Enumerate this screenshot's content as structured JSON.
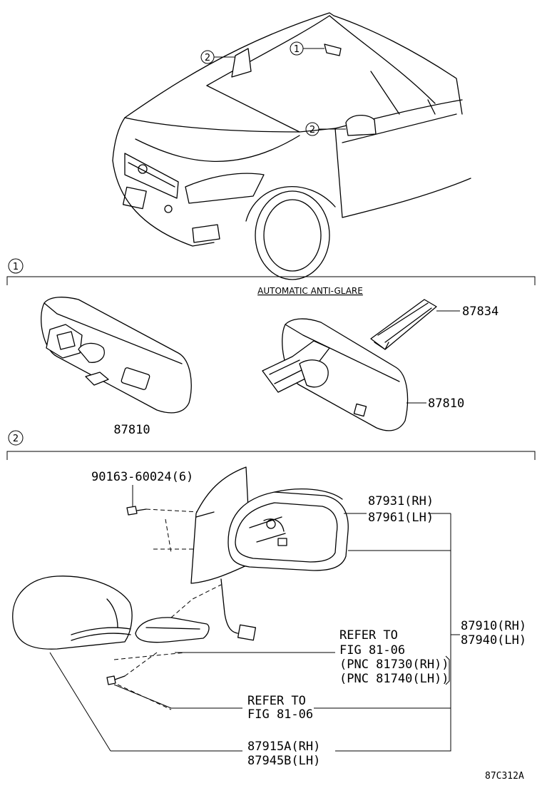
{
  "sections": {
    "one": {
      "marker": "1",
      "header": "AUTOMATIC ANTI-GLARE"
    },
    "two": {
      "marker": "2"
    }
  },
  "overview": {
    "callouts": [
      "2",
      "1",
      "2"
    ]
  },
  "parts": {
    "p87834": "87834",
    "p87810_left": "87810",
    "p87810_right": "87810",
    "p90163": "90163-60024(6)",
    "p87931": "87931(RH)",
    "p87961": "87961(LH)",
    "p87910": "87910(RH)",
    "p87940": "87940(LH)",
    "refer1_line1": "REFER TO",
    "refer1_line2": "FIG 81-06",
    "refer1_line3": "(PNC 81730(RH))",
    "refer1_line4": "(PNC 81740(LH))",
    "refer2_line1": "REFER TO",
    "refer2_line2": "FIG 81-06",
    "p87915": "87915A(RH)",
    "p87945": "87945B(LH)"
  },
  "footer": {
    "code": "87C312A"
  }
}
